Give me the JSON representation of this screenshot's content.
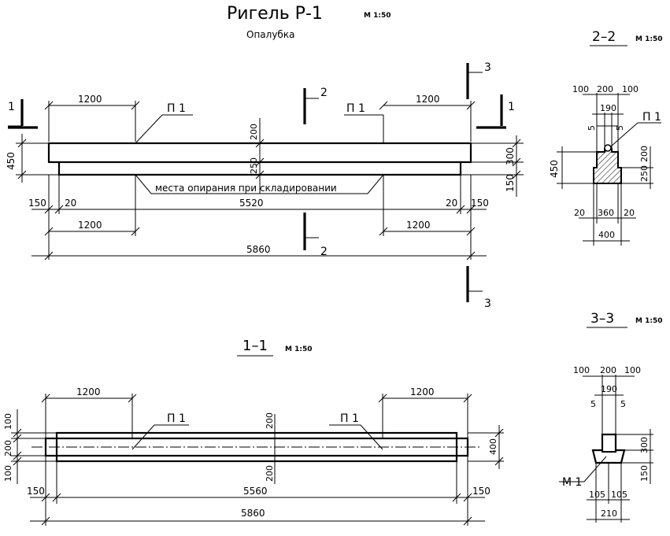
{
  "title": "Ригель Р-1",
  "title_scale": "М 1:50",
  "subtitle": "Опалубка",
  "section_2_2": {
    "label": "2–2",
    "scale": "М 1:50"
  },
  "section_3_3": {
    "label": "3–3",
    "scale": "М 1:50"
  },
  "section_1_1": {
    "label": "1–1",
    "scale": "М 1:50"
  },
  "cut_marks": {
    "one": "1",
    "two": "2",
    "three": "3"
  },
  "items": {
    "p1": "П 1",
    "m1": "М 1"
  },
  "note_support": "места опирания при складировании",
  "elevation_dims": {
    "d1200": "1200",
    "d200": "200",
    "d250": "250",
    "d450": "450",
    "d300": "300",
    "d150": "150",
    "d20": "20",
    "d5520": "5520",
    "d5860": "5860"
  },
  "plan_dims": {
    "d1200": "1200",
    "d200": "200",
    "d100": "100",
    "d400": "400",
    "d150": "150",
    "d5560": "5560",
    "d5860": "5860"
  },
  "sec22_dims": {
    "d100": "100",
    "d200": "200",
    "d190": "190",
    "d5": "5",
    "d450": "450",
    "d250": "250",
    "d20": "20",
    "d360": "360",
    "d400": "400"
  },
  "sec33_dims": {
    "d100": "100",
    "d200": "200",
    "d190": "190",
    "d5": "5",
    "d300": "300",
    "d150": "150",
    "d105": "105",
    "d210": "210"
  }
}
